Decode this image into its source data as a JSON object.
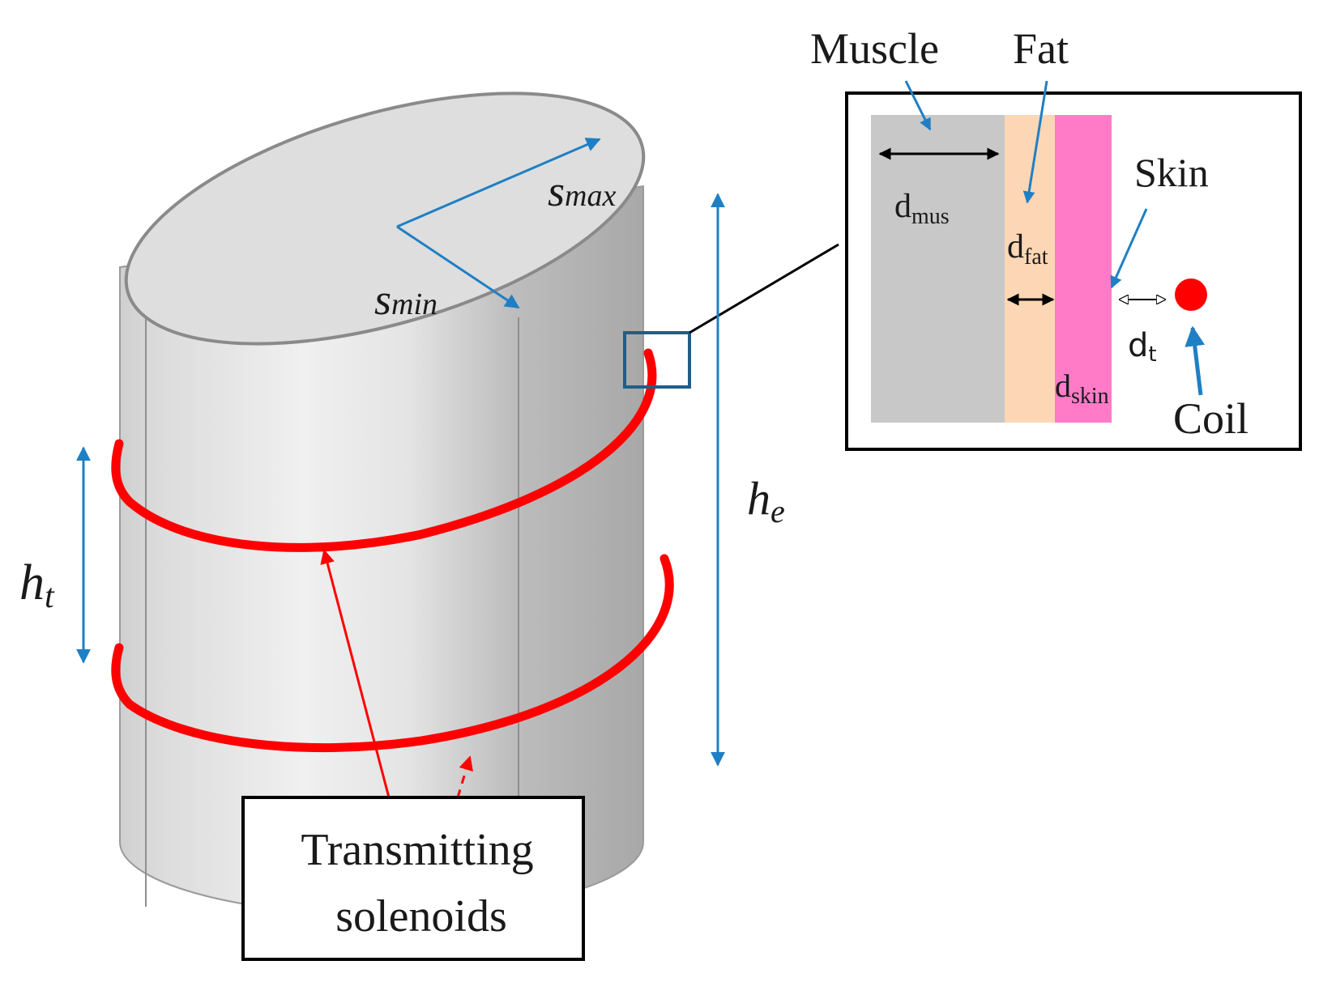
{
  "labels": {
    "s_max": "s",
    "s_max_sub": "max",
    "s_min": "s",
    "s_min_sub": "min",
    "h_e": "h",
    "h_e_sub": "e",
    "h_t": "h",
    "h_t_sub": "t",
    "transmitting_line1": "Transmitting",
    "transmitting_line2": "solenoids"
  },
  "inset": {
    "muscle": "Muscle",
    "fat": "Fat",
    "skin": "Skin",
    "coil": "Coil",
    "d_mus": "d",
    "d_mus_sub": "mus",
    "d_fat": "d",
    "d_fat_sub": "fat",
    "d_skin": "d",
    "d_skin_sub": "skin",
    "d_t": "d",
    "d_t_sub": "t"
  },
  "colors": {
    "coil_red": "#ff0000",
    "arrow_blue": "#1f7fc4",
    "muscle_gray": "#c8c8c8",
    "fat_peach": "#fdd7b5",
    "skin_pink": "#ff7bc8",
    "body_gray": "#d8d8d8"
  }
}
